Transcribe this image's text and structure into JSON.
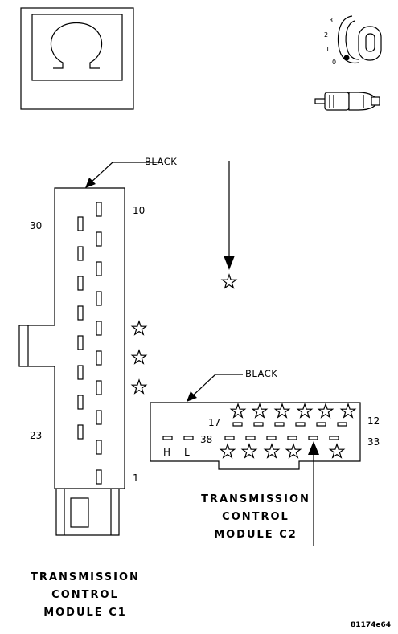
{
  "c1": {
    "callout": "BLACK",
    "pin_labels": [
      "30",
      "10",
      "23",
      "1"
    ],
    "title_lines": [
      "TRANSMISSION",
      "CONTROL",
      "MODULE C1"
    ],
    "used_cavity_count": 3
  },
  "c2": {
    "callout": "BLACK",
    "pin_labels": [
      "17",
      "12",
      "38",
      "33"
    ],
    "letter_labels": [
      "H",
      "L"
    ],
    "title_lines": [
      "TRANSMISSION",
      "CONTROL",
      "MODULE C2"
    ],
    "used_cavities_top_row": 6,
    "used_cavities_bottom_row": 5
  },
  "ignition": {
    "positions": [
      "3",
      "2",
      "1",
      "0"
    ]
  },
  "figure_id": "81174e64"
}
